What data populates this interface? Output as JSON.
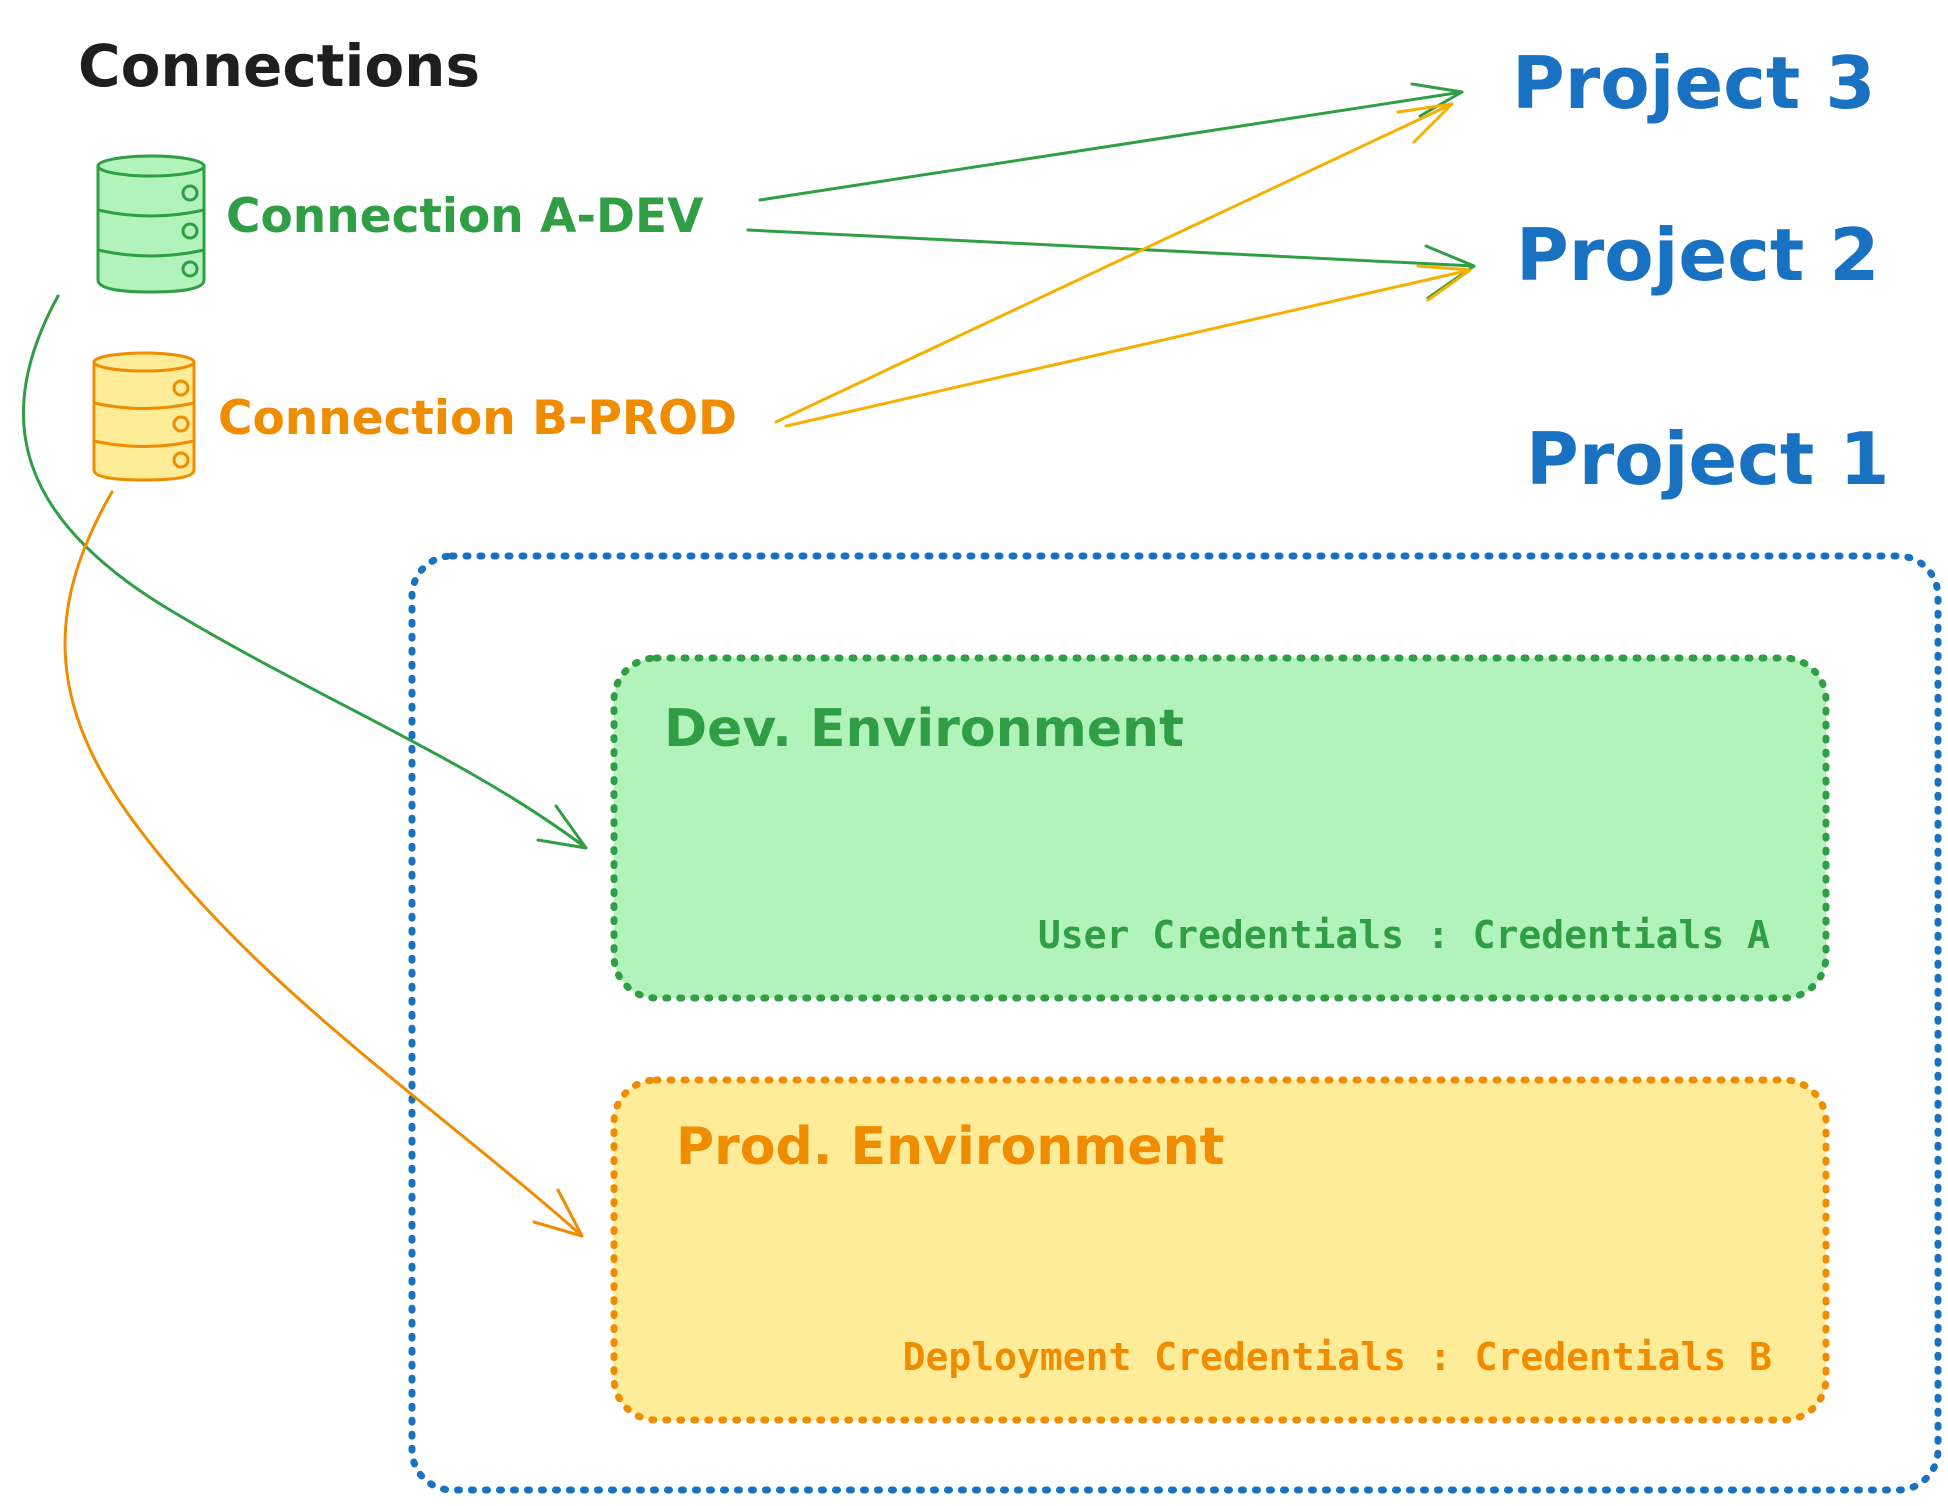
{
  "title": "Connections",
  "connections": [
    {
      "label": "Connection A-DEV",
      "color": "#2f9e44",
      "fill": "#b2f2bb"
    },
    {
      "label": "Connection B-PROD",
      "color": "#f08c00",
      "fill": "#ffec99"
    }
  ],
  "projects": [
    {
      "label": "Project 3",
      "color": "#1971c2"
    },
    {
      "label": "Project 2",
      "color": "#1971c2"
    },
    {
      "label": "Project 1",
      "color": "#1971c2"
    }
  ],
  "environments": [
    {
      "label": "Dev. Environment",
      "credentials": "User Credentials : Credentials A",
      "color": "#2f9e44",
      "fill": "#b2f2bb"
    },
    {
      "label": "Prod. Environment",
      "credentials": "Deployment Credentials : Credentials B",
      "color": "#f08c00",
      "fill": "#ffec99"
    }
  ],
  "colors": {
    "title": "#1e1e1e",
    "project_container": "#1971c2",
    "arrow_green": "#2f9e44",
    "arrow_yellow": "#f5b000",
    "arrow_orange": "#f08c00"
  }
}
